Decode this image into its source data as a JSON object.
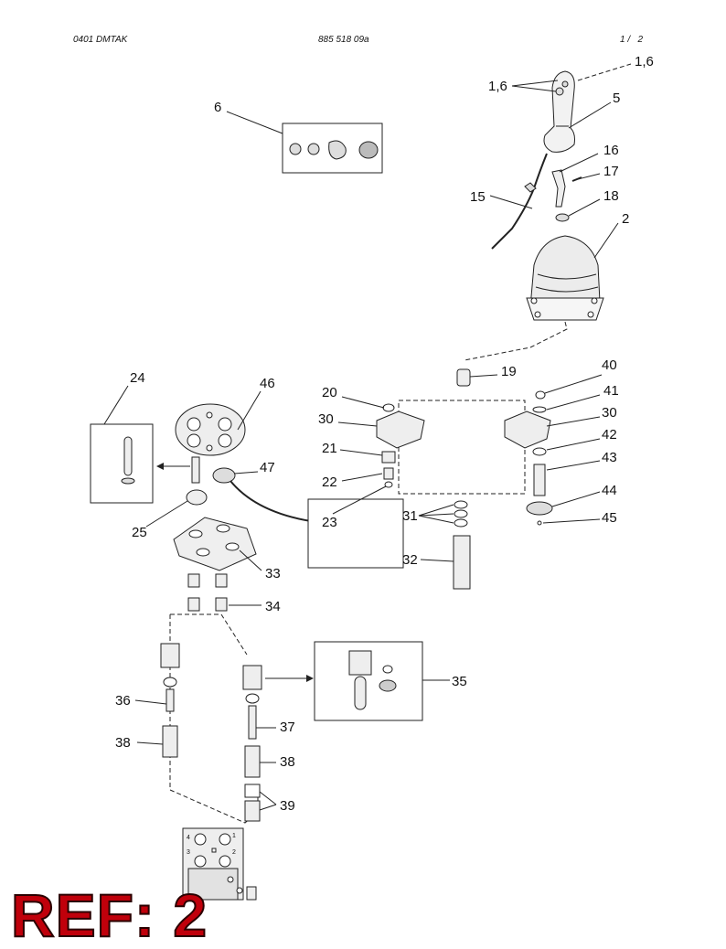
{
  "header": {
    "doc_code": "0401 DMTAK",
    "part_number": "885 518 09a",
    "page": "1 /   2"
  },
  "ref_label": "REF: 2",
  "colors": {
    "ref": "#c0000b",
    "line": "#222222",
    "fill": "#e8e8e8"
  },
  "callouts": {
    "c16a": "1,6",
    "c16b": "1,6",
    "c5": "5",
    "c6": "6",
    "c15": "15",
    "c16": "16",
    "c17": "17",
    "c18": "18",
    "c2": "2",
    "c19": "19",
    "c24": "24",
    "c46": "46",
    "c20": "20",
    "c30a": "30",
    "c21": "21",
    "c22": "22",
    "c23": "23",
    "c47": "47",
    "c25": "25",
    "c33": "33",
    "c34": "34",
    "c40": "40",
    "c41": "41",
    "c30b": "30",
    "c42": "42",
    "c43": "43",
    "c44": "44",
    "c45": "45",
    "c31": "31",
    "c32": "32",
    "c35": "35",
    "c36": "36",
    "c37": "37",
    "c38a": "38",
    "c38b": "38",
    "c39": "39"
  },
  "port_marks": {
    "p4": "4",
    "p1": "1",
    "p3": "3",
    "p2": "2"
  }
}
